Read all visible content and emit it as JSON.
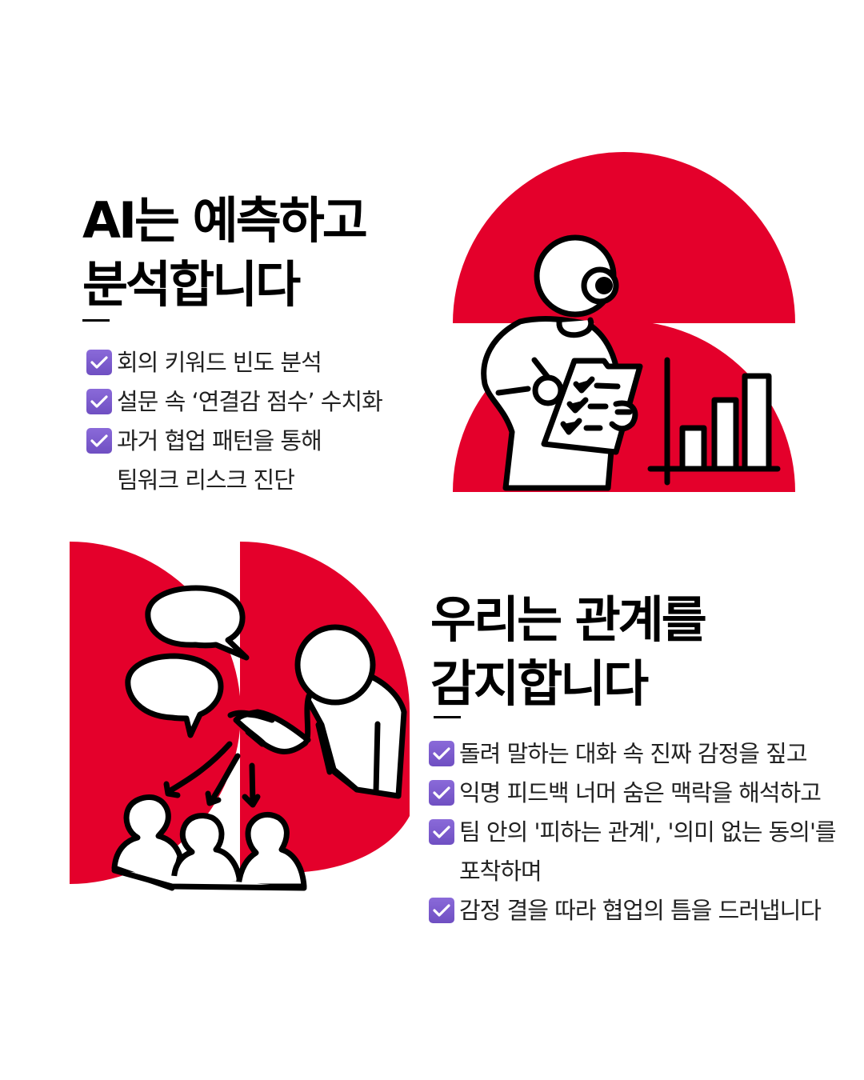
{
  "section_ai": {
    "title_line1": "AI는 예측하고",
    "title_line2": "분석합니다",
    "items": [
      {
        "text": "회의 키워드 빈도 분석",
        "continuation": ""
      },
      {
        "text": "설문 속 ‘연결감 점수’ 수치화",
        "continuation": ""
      },
      {
        "text": "과거 협업 패턴을 통해",
        "continuation": "팀워크 리스크 진단"
      }
    ],
    "illustration": "analyst-with-clipboard-and-bar-chart"
  },
  "section_human": {
    "title_line1": "우리는 관계를",
    "title_line2": "감지합니다",
    "items": [
      {
        "text": "돌려 말하는 대화 속 진짜 감정을 짚고",
        "continuation": ""
      },
      {
        "text": "익명 피드백 너머 숨은 맥락을 해석하고",
        "continuation": ""
      },
      {
        "text": "팀 안의 '피하는 관계', '의미 없는 동의'를",
        "continuation": "포착하며"
      },
      {
        "text": "감정 결을 따라 협업의 틈을 드러냅니다",
        "continuation": ""
      }
    ],
    "illustration": "person-pointing-to-group-with-speech-bubbles"
  },
  "colors": {
    "accent_red": "#e4002b",
    "checkbox_purple": "#7b5cc9",
    "text": "#111111",
    "background": "#ffffff"
  },
  "icons": {
    "checkbox": "checked-checkbox-icon"
  }
}
